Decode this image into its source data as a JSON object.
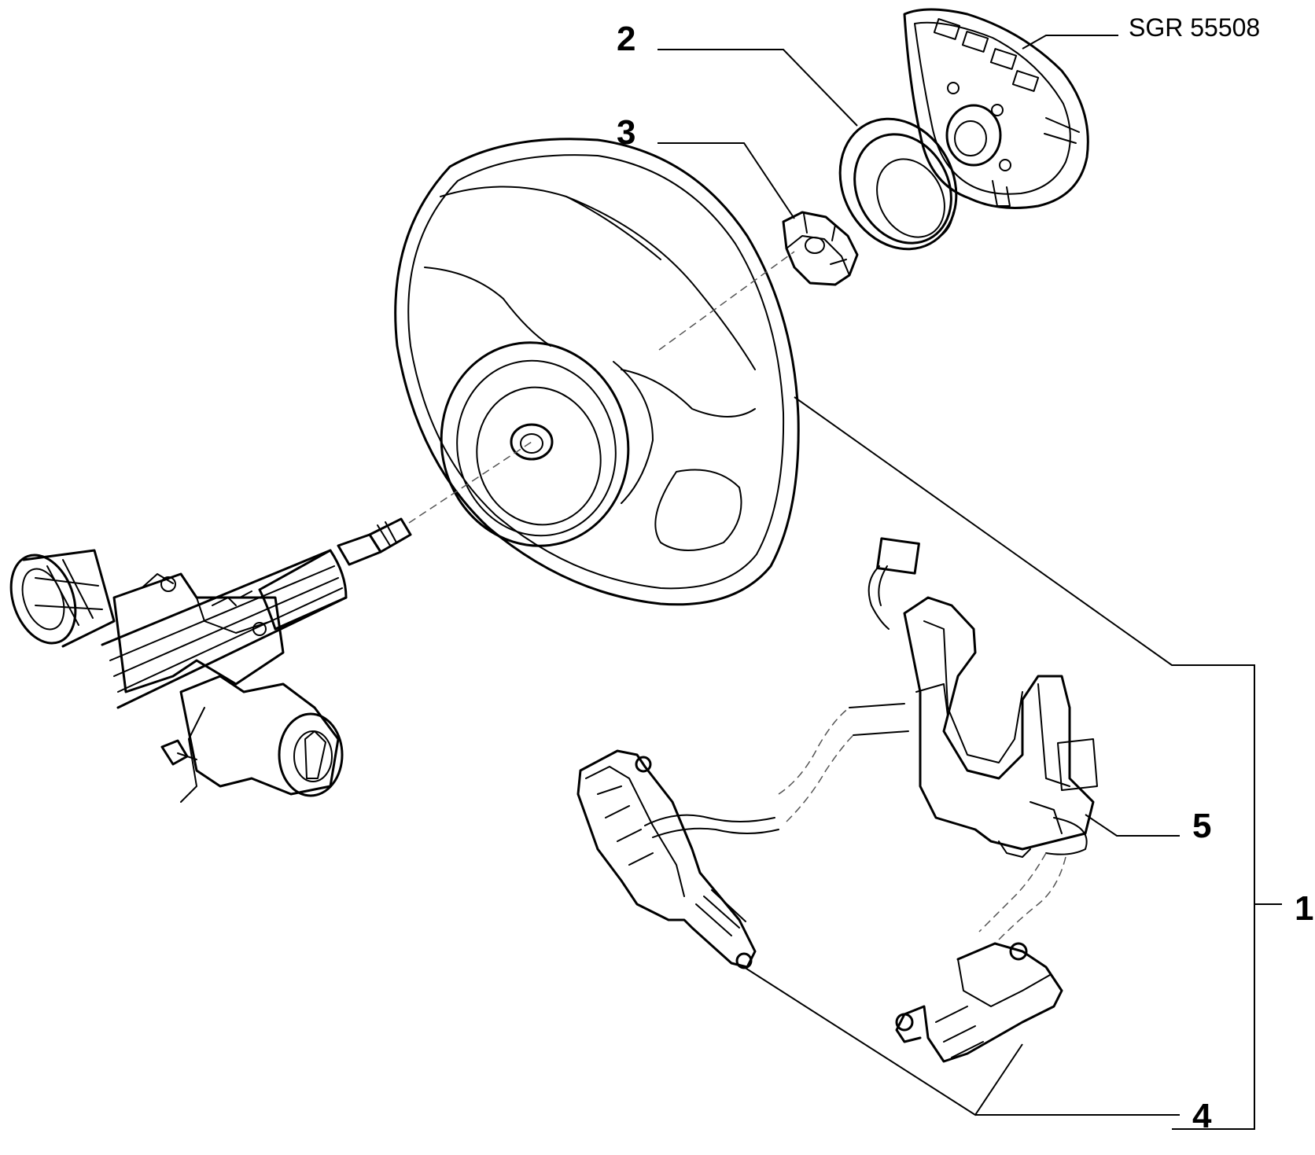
{
  "reference": "SGR 55508",
  "callouts": {
    "c1": "1",
    "c2": "2",
    "c3": "3",
    "c4": "4",
    "c5": "5"
  }
}
